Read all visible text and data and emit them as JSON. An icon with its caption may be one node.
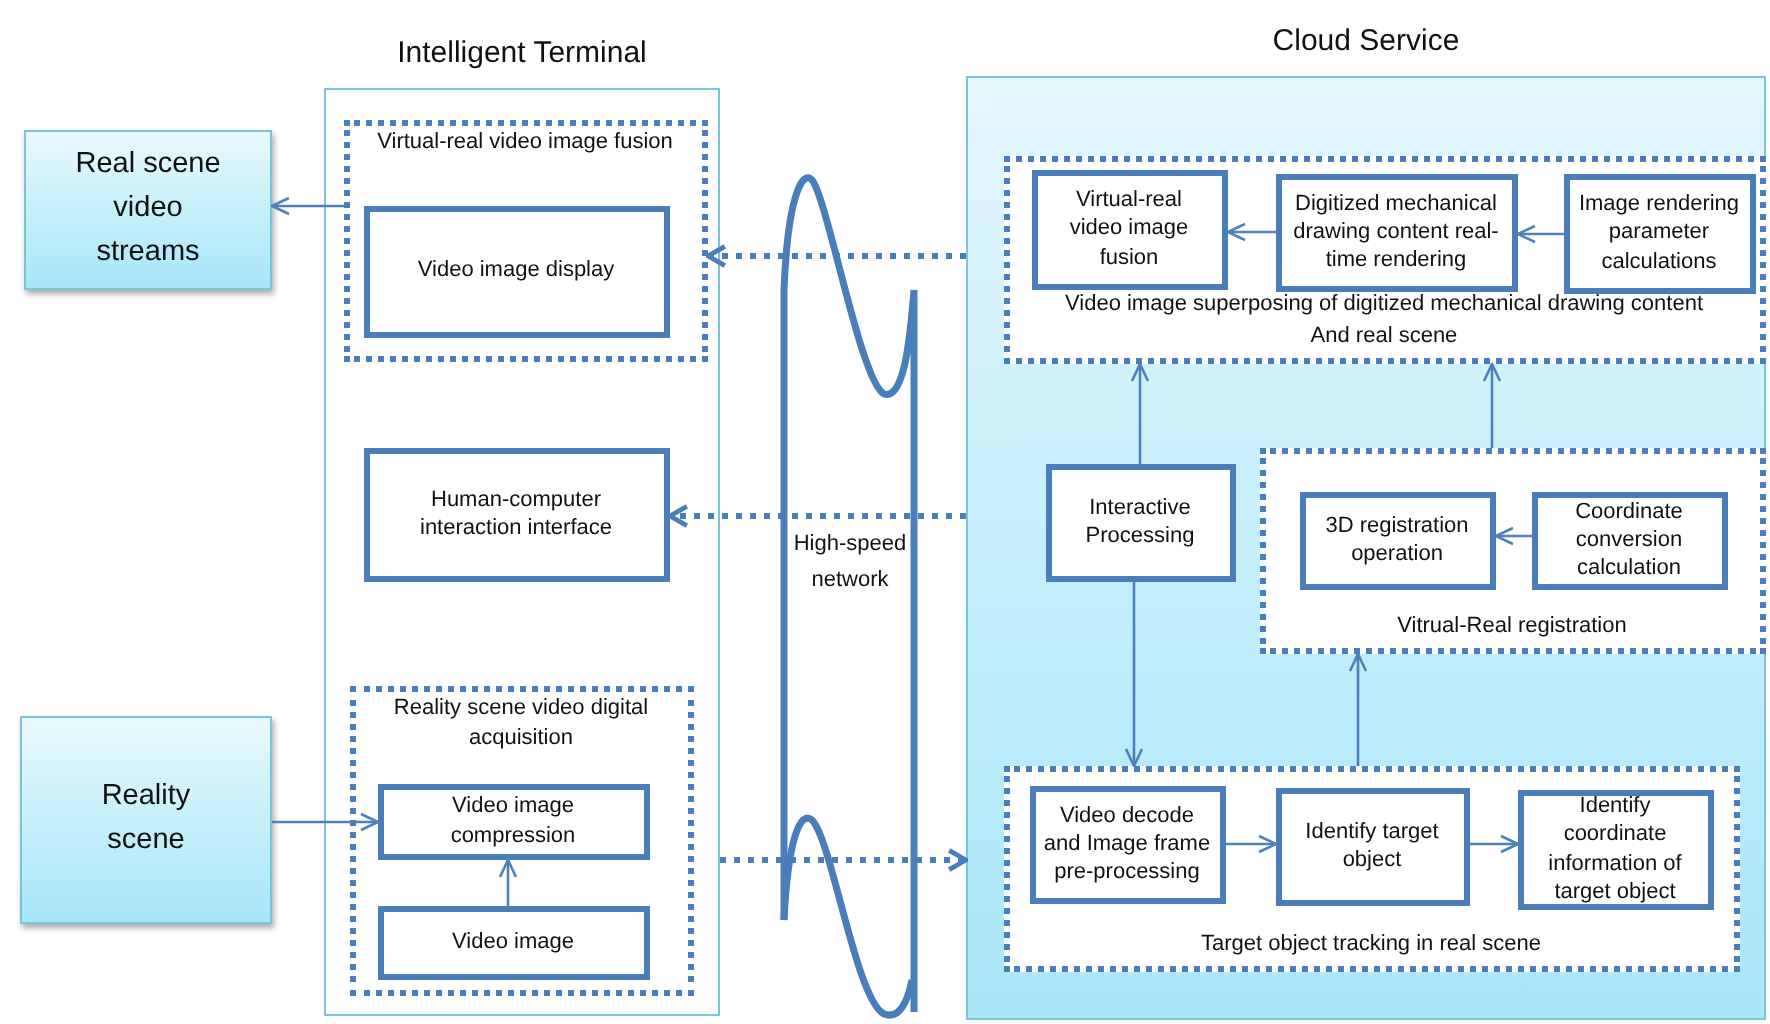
{
  "diagram": {
    "nodes": [
      {
        "text": [
          "Real scene video streams"
        ]
      },
      {
        "text": [
          "Intelligent Terminal"
        ]
      },
      {
        "text": [
          "Virtual-real video image fusion"
        ],
        "in": 1
      },
      {
        "text": [
          "Video image display"
        ],
        "in": 2
      },
      {
        "text": [
          "Human-computer interaction interface"
        ],
        "in": 1
      },
      {
        "text": [
          "Reality scene video digital acquisition"
        ],
        "in": 1
      },
      {
        "text": [
          "Video image compression"
        ],
        "in": 5
      },
      {
        "text": [
          "Video image"
        ],
        "in": 5
      },
      {
        "text": [
          "Reality scene"
        ]
      },
      {
        "text": [
          "High-speed network"
        ]
      },
      {
        "text": [
          "Cloud Service"
        ]
      },
      {
        "text": [
          "Video image superposing of digitized mechanical drawing content And real scene"
        ],
        "in": 10
      },
      {
        "text": [
          "Virtual-real video image fusion"
        ],
        "in": 11
      },
      {
        "text": [
          "Digitized mechanical drawing content real-time rendering"
        ],
        "in": 11
      },
      {
        "text": [
          "Image rendering parameter calculations"
        ],
        "in": 11
      },
      {
        "text": [
          "Interactive Processing"
        ],
        "in": 10
      },
      {
        "text": [
          "Vitrual-Real registration"
        ],
        "in": 10
      },
      {
        "text": [
          "3D registration operation"
        ],
        "in": 16
      },
      {
        "text": [
          "Coordinate conversion calculation"
        ],
        "in": 16
      },
      {
        "text": [
          "Target object tracking in real scene"
        ],
        "in": 10
      },
      {
        "text": [
          "Video decode and Image frame pre-processing"
        ],
        "in": 19
      },
      {
        "text": [
          "Identify target object"
        ],
        "in": 19
      },
      {
        "text": [
          "Identify coordinate information of target object"
        ],
        "in": 19
      }
    ],
    "edges": [
      {
        "from": 2,
        "to": 0,
        "arrow": "to"
      },
      {
        "from": 10,
        "to": 2,
        "arrow": "to",
        "style": "dashed"
      },
      {
        "from": 10,
        "to": 4,
        "arrow": "to",
        "style": "dashed"
      },
      {
        "from": 1,
        "to": 10,
        "arrow": "to",
        "style": "dashed"
      },
      {
        "from": 8,
        "to": 6,
        "arrow": "to"
      },
      {
        "from": 7,
        "to": 6,
        "arrow": "to"
      },
      {
        "from": 13,
        "to": 12,
        "arrow": "to"
      },
      {
        "from": 14,
        "to": 13,
        "arrow": "to"
      },
      {
        "from": 15,
        "to": 11,
        "arrow": "to"
      },
      {
        "from": 16,
        "to": 11,
        "arrow": "to"
      },
      {
        "from": 15,
        "to": 19,
        "arrow": "to"
      },
      {
        "from": 19,
        "to": 16,
        "arrow": "to"
      },
      {
        "from": 18,
        "to": 17,
        "arrow": "to"
      },
      {
        "from": 20,
        "to": 21,
        "arrow": "to"
      },
      {
        "from": 21,
        "to": 22,
        "arrow": "to"
      }
    ]
  }
}
